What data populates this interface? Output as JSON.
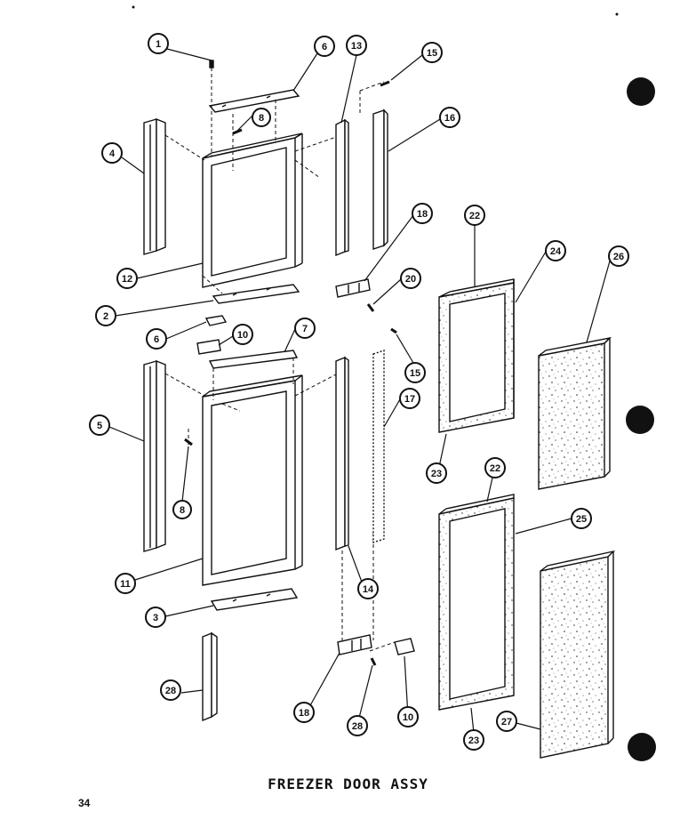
{
  "title": "FREEZER  DOOR ASSY",
  "page_number": "34",
  "colors": {
    "ink": "#111111",
    "paper": "#ffffff"
  },
  "callouts": [
    "1",
    "6",
    "13",
    "15",
    "8",
    "16",
    "4",
    "12",
    "18",
    "22",
    "24",
    "26",
    "20",
    "2",
    "6",
    "10",
    "7",
    "15",
    "5",
    "17",
    "8",
    "23",
    "22",
    "25",
    "11",
    "14",
    "3",
    "28",
    "18",
    "28",
    "10",
    "23",
    "27"
  ]
}
